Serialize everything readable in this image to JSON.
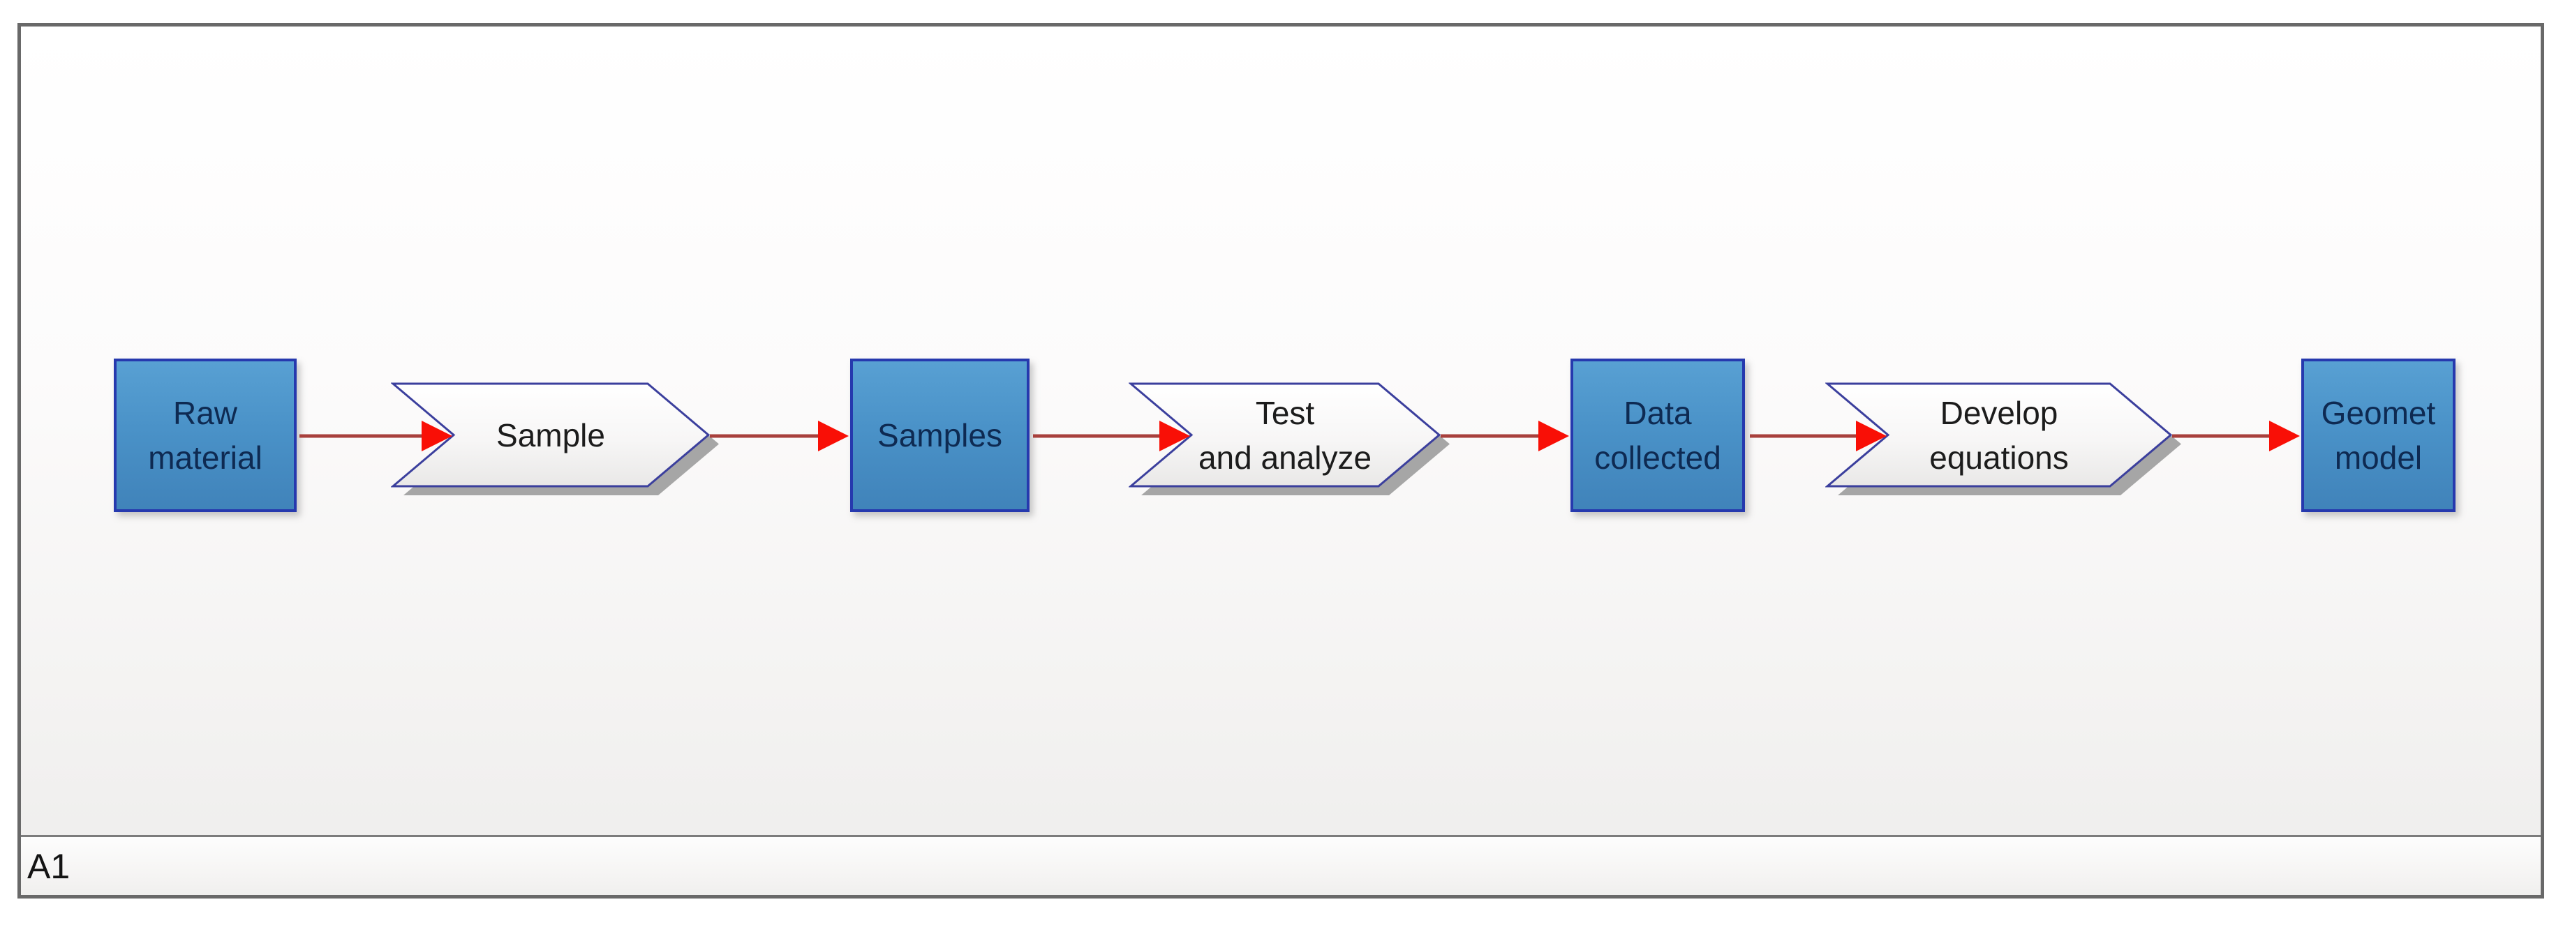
{
  "window": {
    "sheet_tab": "A1"
  },
  "diagram": {
    "type": "process-flowchart",
    "flow_direction": "left-to-right",
    "nodes": [
      {
        "id": "raw-material",
        "shape": "box",
        "label": "Raw\nmaterial"
      },
      {
        "id": "sample",
        "shape": "chevron",
        "label": "Sample"
      },
      {
        "id": "samples",
        "shape": "box",
        "label": "Samples"
      },
      {
        "id": "test-and-analyze",
        "shape": "chevron",
        "label": "Test\nand analyze"
      },
      {
        "id": "data-collected",
        "shape": "box",
        "label": "Data\ncollected"
      },
      {
        "id": "develop-equations",
        "shape": "chevron",
        "label": "Develop\nequations"
      },
      {
        "id": "geomet-model",
        "shape": "box",
        "label": "Geomet\nmodel"
      }
    ],
    "connectors": [
      {
        "from": "raw-material",
        "to": "sample"
      },
      {
        "from": "sample",
        "to": "samples"
      },
      {
        "from": "samples",
        "to": "test-and-analyze"
      },
      {
        "from": "test-and-analyze",
        "to": "data-collected"
      },
      {
        "from": "data-collected",
        "to": "develop-equations"
      },
      {
        "from": "develop-equations",
        "to": "geomet-model"
      }
    ],
    "colors": {
      "box_fill_top": "#58a0d3",
      "box_fill_bottom": "#4083ba",
      "box_border": "#2639ae",
      "box_text": "#0e2a52",
      "chevron_fill_top": "#ffffff",
      "chevron_fill_bottom": "#e9e8e7",
      "chevron_border": "#3b3f9d",
      "chevron_text": "#1c1c1c",
      "connector_line": "#a8403c",
      "connector_head": "#f90f06",
      "shape_shadow": "#8e8e8e",
      "frame_border": "#696969"
    }
  }
}
